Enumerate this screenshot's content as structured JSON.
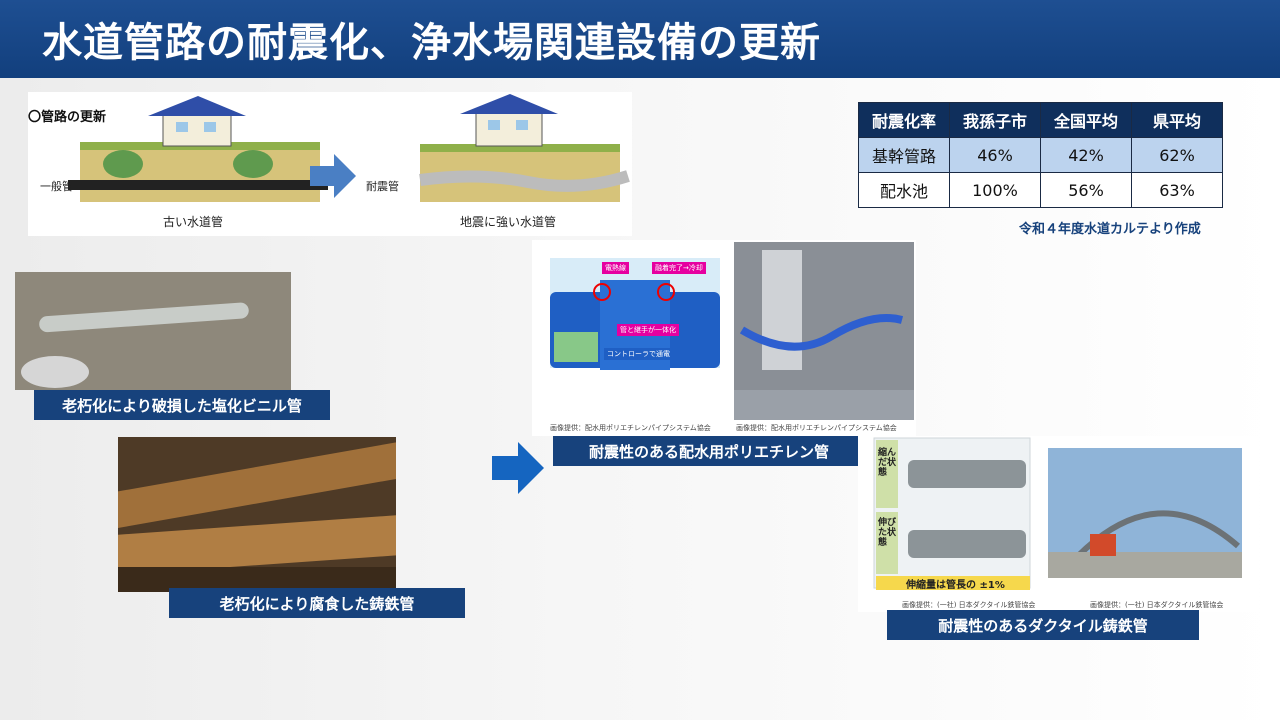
{
  "title": "水道管路の耐震化、浄水場関連設備の更新",
  "pipe_update": {
    "heading": "〇管路の更新",
    "left_pipe_label": "一般管",
    "left_caption": "古い水道管",
    "right_pipe_label": "耐震管",
    "right_caption": "地震に強い水道管"
  },
  "table": {
    "headers": [
      "耐震化率",
      "我孫子市",
      "全国平均",
      "県平均"
    ],
    "rows": [
      [
        "基幹管路",
        "46%",
        "42%",
        "62%"
      ],
      [
        "配水池",
        "100%",
        "56%",
        "63%"
      ]
    ],
    "source": "令和４年度水道カルテより作成"
  },
  "photos": {
    "pvc_caption": "老朽化により破損した塩化ビニル管",
    "iron_caption": "老朽化により腐食した鋳鉄管",
    "pe_caption": "耐震性のある配水用ポリエチレン管",
    "pe_credit": "画像提供：配水用ポリエチレンパイプシステム協会",
    "pe_credit2": "画像提供：配水用ポリエチレンパイプシステム協会",
    "pe_labels": {
      "a": "電熱線",
      "b": "融着完了→冷却",
      "c": "管と継手が一体化",
      "d": "コントローラで通電"
    },
    "ductile_caption": "耐震性のあるダクタイル鋳鉄管",
    "ductile_side1": "縮んだ状態",
    "ductile_side2": "伸びた状態",
    "ductile_band": "伸縮量は管長の ±1%",
    "ductile_credit": "画像提供：(一社) 日本ダクタイル鉄管協会",
    "ductile_credit2": "画像提供：(一社) 日本ダクタイル鉄管協会"
  },
  "colors": {
    "header": "#1a4a8c",
    "caption_bg": "#17427c",
    "table_header": "#0f2f5c",
    "table_row1": "#bcd3ee",
    "arrow": "#1565c0"
  }
}
